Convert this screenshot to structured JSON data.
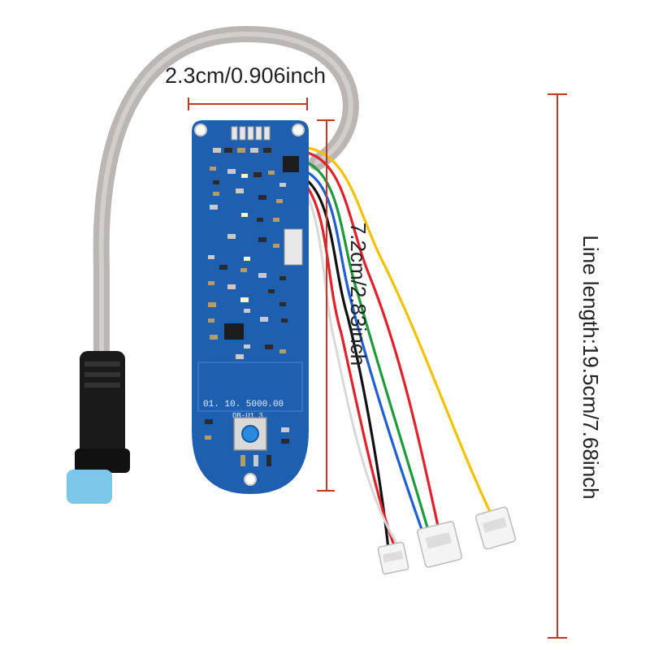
{
  "annotations": {
    "width": "2.3cm/0.906inch",
    "height": "7.2cm/2.83inch",
    "line_length": "Line length:19.5cm/7.68inch"
  },
  "board": {
    "display_readout": "01.  10.  5000.00",
    "display_sub": "DB-U1  3"
  },
  "colors": {
    "pcb": "#1f5fb0",
    "pcb_dark": "#174a8c",
    "cable": "#b9b6b3",
    "connector": "#1a1a1a",
    "connector_tip": "#7cc6ea",
    "dim_line": "#c0392b",
    "wire_red": "#e0222a",
    "wire_yellow": "#f2c200",
    "wire_green": "#1f9a3a",
    "wire_blue": "#1f5fd0",
    "wire_black": "#111111",
    "wire_white": "#f0f0f0"
  }
}
